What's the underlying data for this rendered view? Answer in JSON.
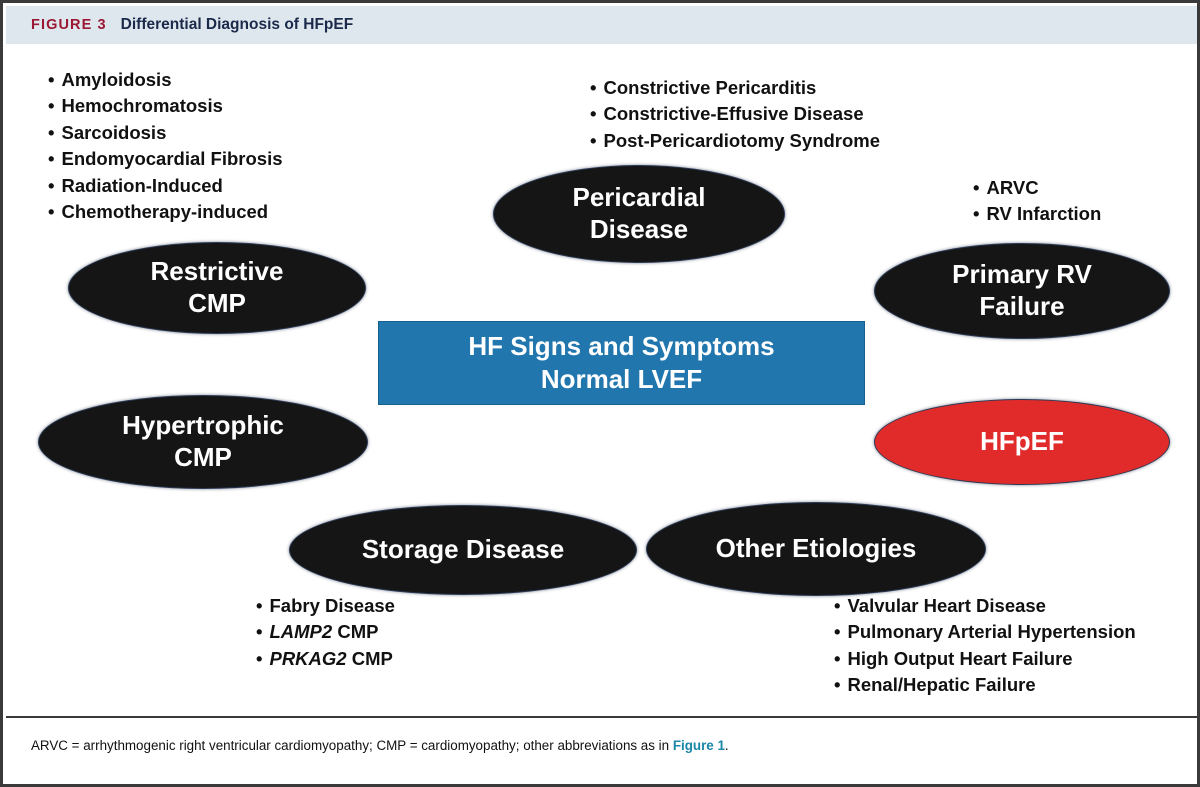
{
  "header": {
    "figure_tag": "FIGURE 3",
    "title": "Differential Diagnosis of HFpEF",
    "tag_color": "#9b1733",
    "title_color": "#1b2a4a",
    "band_color": "#dfe7ee"
  },
  "center": {
    "line1": "HF Signs and Symptoms",
    "line2": "Normal LVEF",
    "color": "#2176ae"
  },
  "nodes": {
    "restrictive": {
      "line1": "Restrictive",
      "line2": "CMP",
      "color": "#151515"
    },
    "pericardial": {
      "line1": "Pericardial",
      "line2": "Disease",
      "color": "#151515"
    },
    "primary_rv": {
      "line1": "Primary RV",
      "line2": "Failure",
      "color": "#151515"
    },
    "hypertrophic": {
      "line1": "Hypertrophic",
      "line2": "CMP",
      "color": "#151515"
    },
    "hfpef": {
      "line1": "HFpEF",
      "color": "#e12b2b"
    },
    "storage": {
      "line1": "Storage Disease",
      "color": "#151515"
    },
    "other": {
      "line1": "Other Etiologies",
      "color": "#151515"
    }
  },
  "lists": {
    "restrictive_causes": [
      "Amyloidosis",
      "Hemochromatosis",
      "Sarcoidosis",
      "Endomyocardial Fibrosis",
      "Radiation-Induced",
      "Chemotherapy-induced"
    ],
    "pericardial_causes": [
      "Constrictive Pericarditis",
      "Constrictive-Effusive Disease",
      "Post-Pericardiotomy Syndrome"
    ],
    "primary_rv_causes": [
      "ARVC",
      "RV Infarction"
    ],
    "storage_causes": [
      {
        "gene": "",
        "text": "Fabry Disease"
      },
      {
        "gene": "LAMP2",
        "text": " CMP"
      },
      {
        "gene": "PRKAG2",
        "text": " CMP"
      }
    ],
    "other_causes": [
      "Valvular Heart Disease",
      "Pulmonary Arterial Hypertension",
      "High Output Heart Failure",
      "Renal/Hepatic Failure"
    ]
  },
  "footnote": {
    "text_before": "ARVC = arrhythmogenic right ventricular cardiomyopathy; CMP = cardiomyopathy; other abbreviations as in ",
    "ref": "Figure 1",
    "text_after": ".",
    "ref_color": "#1b87a8"
  },
  "bullet_char": "•"
}
